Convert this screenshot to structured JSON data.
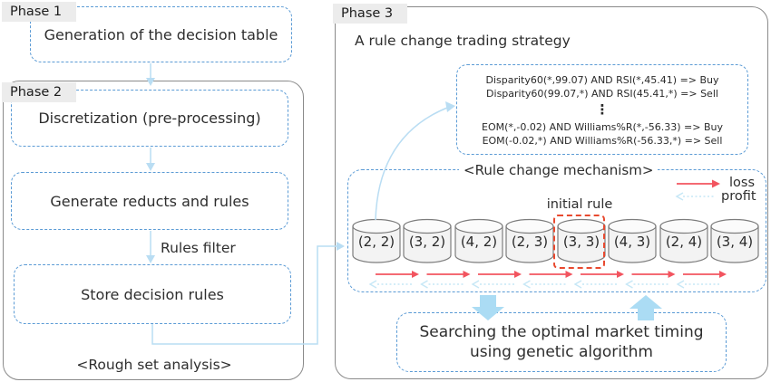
{
  "phase1": {
    "label": "Phase 1",
    "box": "Generation of the decision table"
  },
  "phase2": {
    "label": "Phase 2",
    "box_discretization": "Discretization (pre-processing)",
    "box_generate": "Generate reducts and rules",
    "arrow_label": "Rules filter",
    "box_store": "Store decision rules",
    "caption": "<Rough set analysis>"
  },
  "phase3": {
    "label": "Phase 3",
    "title": "A rule change trading strategy",
    "rules": [
      "Disparity60(*,99.07) AND RSI(*,45.41) => Buy",
      "Disparity60(99.07,*) AND RSI(45.41,*) => Sell",
      "EOM(*,-0.02) AND Williams%R(*,-56.33) => Buy",
      "EOM(-0.02,*) AND Williams%R(-56.33,*) => Sell"
    ],
    "ellipsis": "⋮",
    "mechanism_label": "<Rule change mechanism>",
    "legend": {
      "loss": "loss",
      "profit": "profit"
    },
    "initial_rule_label": "initial rule",
    "cylinders": [
      "(2, 2)",
      "(3, 2)",
      "(4, 2)",
      "(2, 3)",
      "(3, 3)",
      "(4, 3)",
      "(2, 4)",
      "(3, 4)"
    ],
    "initial_rule_index": 4,
    "search_line1": "Searching the optimal market timing",
    "search_line2": "using genetic algorithm"
  },
  "colors": {
    "dashed_box_blue": "#5b9bd5",
    "connector_light_blue": "#b9ddf3",
    "profit_arrow_blue": "#c6e7f6",
    "thick_arrow_blue": "#abdcf4",
    "loss_arrow_red": "#f2545f",
    "initial_rule_red": "#e8492f",
    "outer_box_gray": "#8a8a8a",
    "phase_label_bg": "#ececec"
  }
}
